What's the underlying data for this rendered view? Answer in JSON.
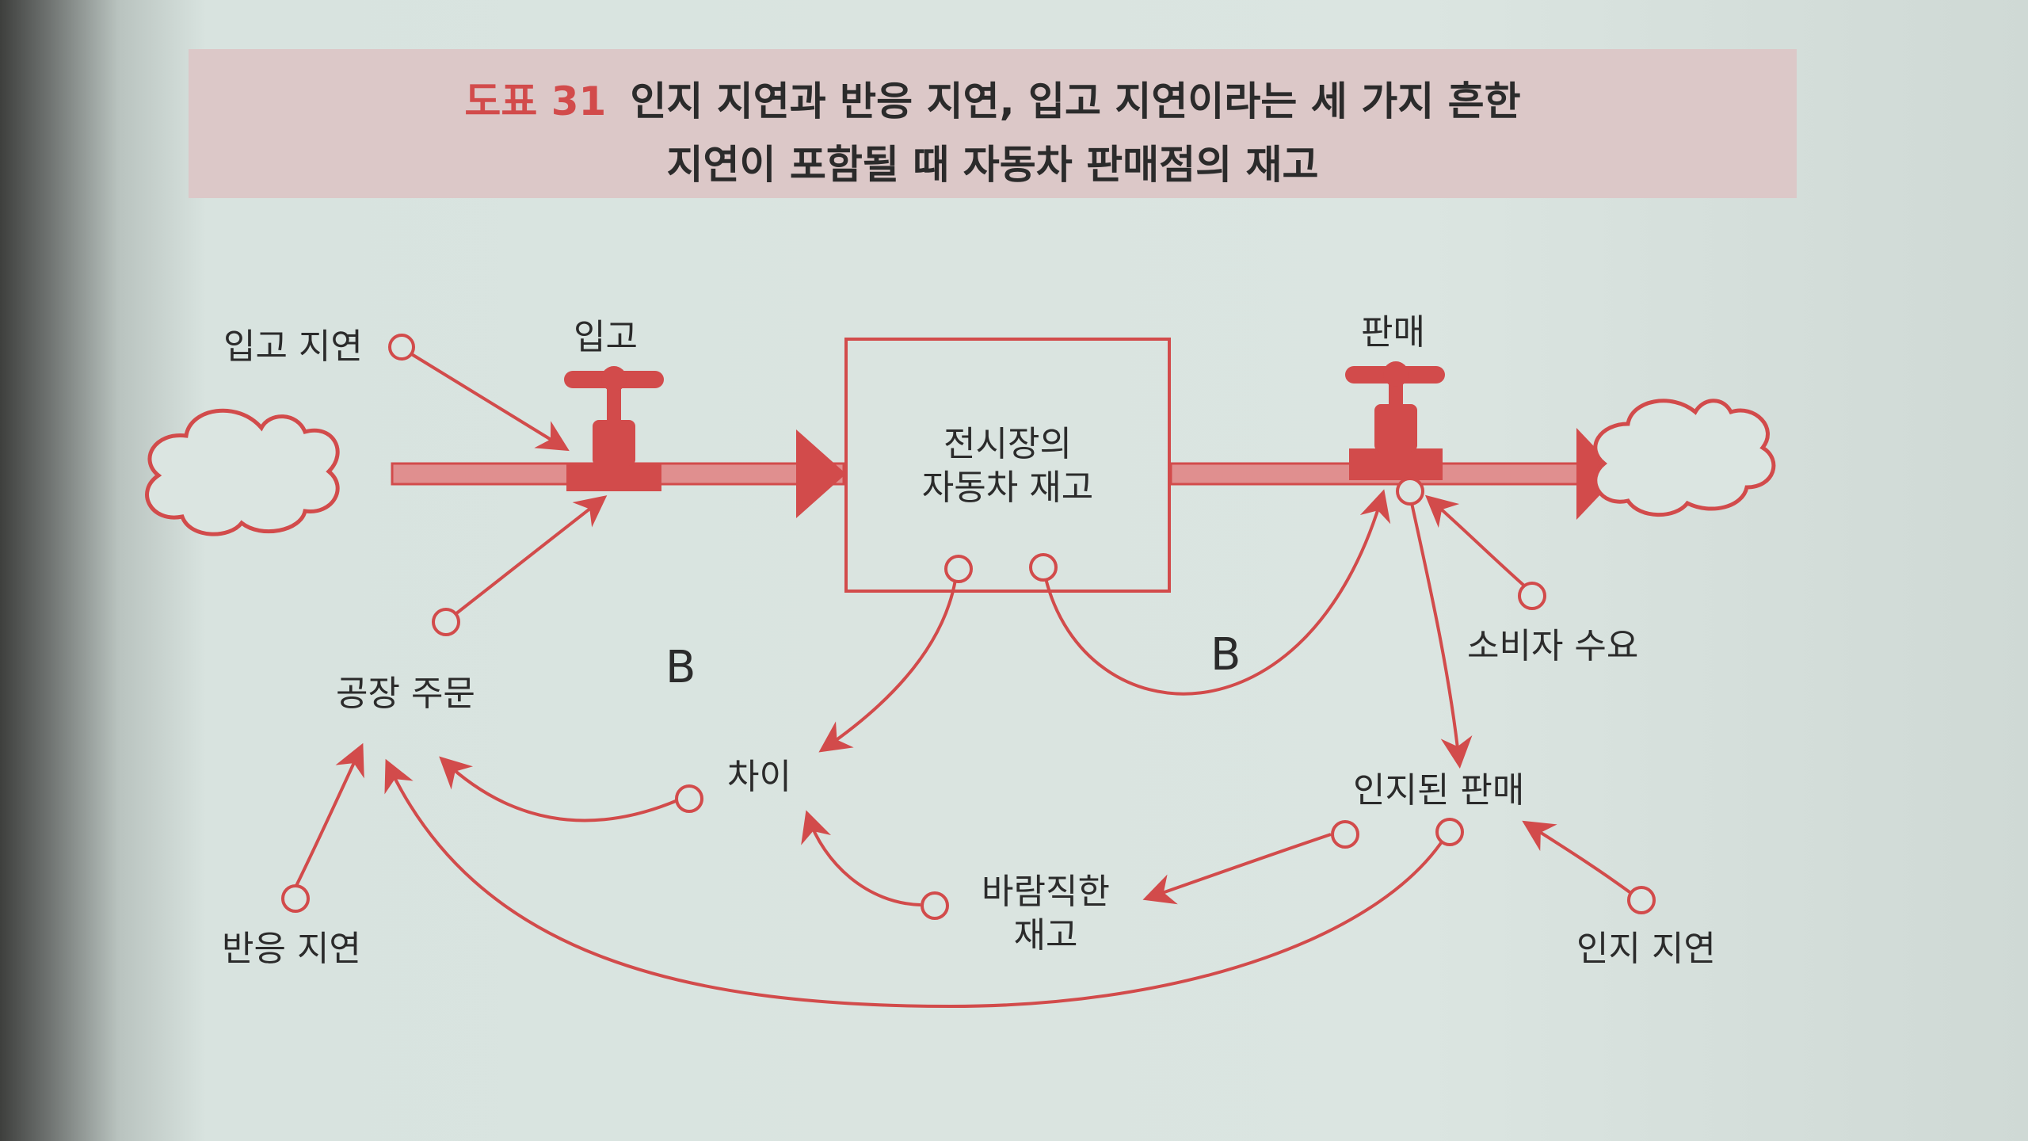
{
  "title": {
    "figure_number": "도표 31",
    "line1": "인지 지연과 반응 지연, 입고 지연이라는 세 가지 흔한",
    "line2": "지연이 포함될 때 자동차 판매점의 재고"
  },
  "nodes": {
    "inflow_delay": "입고 지연",
    "inflow": "입고",
    "stock_line1": "전시장의",
    "stock_line2": "자동차 재고",
    "outflow": "판매",
    "consumer_demand": "소비자 수요",
    "factory_orders": "공장 주문",
    "gap": "차이",
    "perceived_sales": "인지된 판매",
    "desired_inventory_line1": "바람직한",
    "desired_inventory_line2": "재고",
    "response_delay": "반응 지연",
    "perception_delay": "인지 지연",
    "loop_left": "B",
    "loop_right": "B"
  },
  "colors": {
    "accent": "#d24b4b",
    "text": "#2b2b2b",
    "title_band": "#dcc8c8",
    "paper": "#dbe5e1"
  }
}
